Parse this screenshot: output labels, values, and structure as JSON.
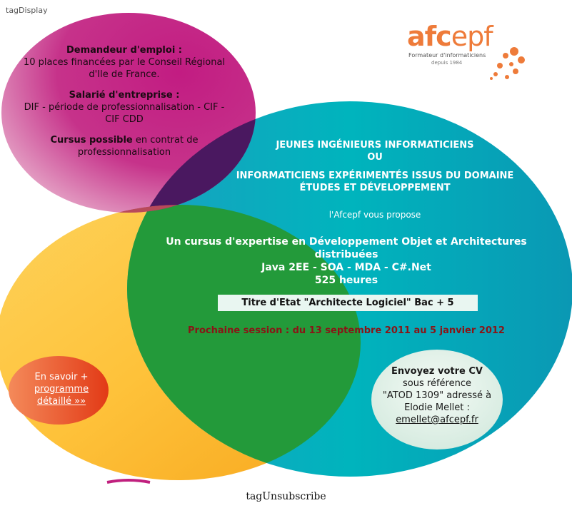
{
  "tags": {
    "top": "tagDisplay",
    "bottom": "tagUnsubscribe"
  },
  "logo": {
    "brand_left": "afc",
    "brand_right": "epf",
    "tagline": "Formateur d'informaticiens",
    "since": "depuis 1984"
  },
  "pink": {
    "h1": "Demandeur d'emploi :",
    "t1": "10 places financées par le Conseil Régional d'Ile de France.",
    "h2": "Salarié d'entreprise :",
    "t2": "DIF - période de professionnalisation - CIF - CIF CDD",
    "h3": "Cursus possible",
    "t3": "en contrat de professionnalisation"
  },
  "teal": {
    "l1": "JEUNES INGÉNIEURS INFORMATICIENS",
    "l2": "OU",
    "l3": "INFORMATICIENS EXPÉRIMENTÉS ISSUS DU DOMAINE",
    "l4": "ÉTUDES ET DÉVELOPPEMENT",
    "propose": "l'Afcepf vous propose",
    "c1": "Un cursus d'expertise en Développement Objet et Architectures",
    "c2": "distribuées",
    "c3": "Java 2EE - SOA - MDA - C#.Net",
    "c4": "525 heures",
    "titre": "Titre d'Etat \"Architecte Logiciel\" Bac + 5",
    "session": "Prochaine session : du 13 septembre 2011 au 5 janvier 2012"
  },
  "savoir": {
    "l1": "En savoir +",
    "link1": "programme",
    "link2": "détaillé »»"
  },
  "cv": {
    "h": "Envoyez votre CV",
    "l1": "sous référence",
    "l2": "\"ATOD 1309\" adressé à",
    "l3": "Elodie Mellet :",
    "email": "emellet@afcepf.fr"
  },
  "colors": {
    "pink": "#c0207e",
    "teal": "#10a8b6",
    "yellow": "#fdc43a",
    "green": "#259a3a",
    "orange": "#e85a2a",
    "brand": "#ee7b3a"
  }
}
